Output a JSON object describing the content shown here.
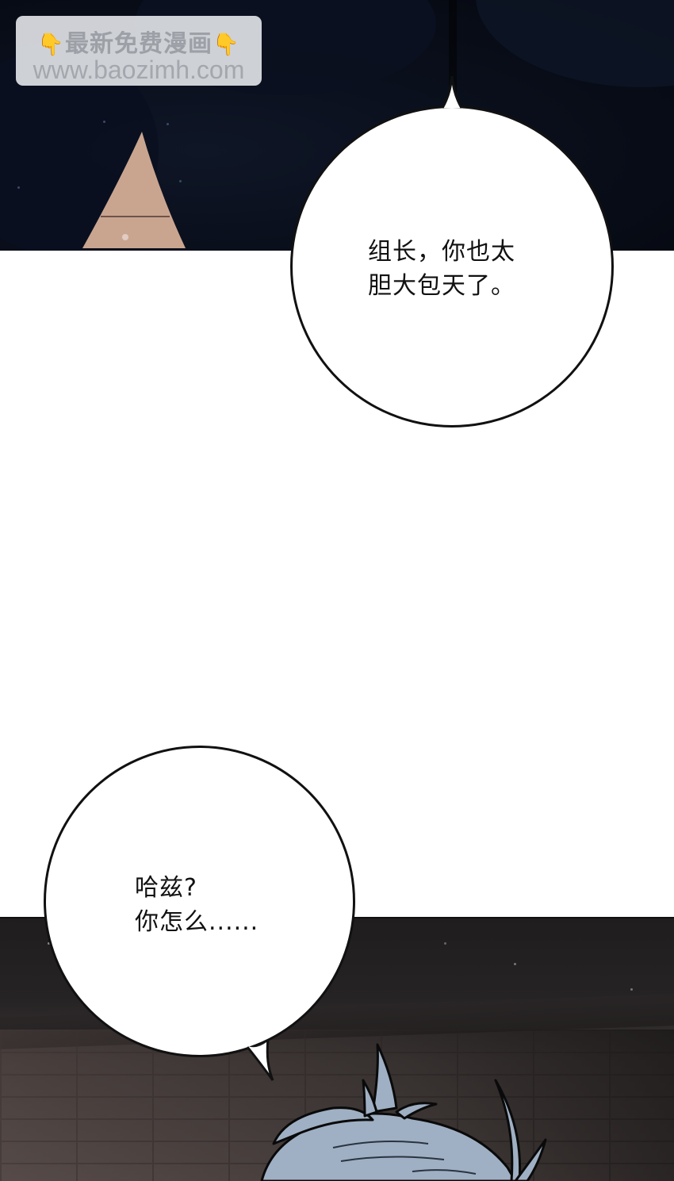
{
  "watermark": {
    "line1": "最新免费漫画",
    "line2": "www.baozimh.com",
    "hand_icon": "👇",
    "bg_color": "#dee0e4",
    "text_color": "#9da0a6",
    "icon_color": "#e5a91f"
  },
  "panels": {
    "top": {
      "bg_color": "#0a0f1c",
      "accent_skin": "#c9a590"
    },
    "bottom": {
      "bg_color": "#262324",
      "hair_color": "#9fb0c4"
    }
  },
  "bubbles": [
    {
      "id": "bubble-1",
      "text": "组长，你也太\n胆大包天了。",
      "tail_direction": "up"
    },
    {
      "id": "bubble-2",
      "text": "哈兹?\n你怎么......",
      "tail_direction": "down-right"
    }
  ]
}
